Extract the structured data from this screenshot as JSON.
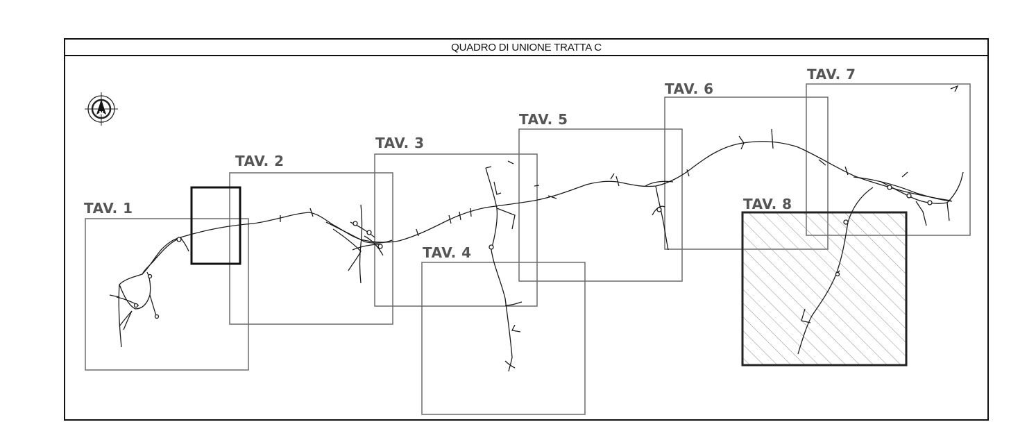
{
  "title": "QUADRO DI UNIONE TRATTA C",
  "sheets": [
    {
      "id": "tav1",
      "label": "TAV. 1"
    },
    {
      "id": "tav2",
      "label": "TAV. 2"
    },
    {
      "id": "tav3",
      "label": "TAV. 3"
    },
    {
      "id": "tav4",
      "label": "TAV. 4"
    },
    {
      "id": "tav5",
      "label": "TAV. 5"
    },
    {
      "id": "tav6",
      "label": "TAV. 6"
    },
    {
      "id": "tav7",
      "label": "TAV. 7"
    },
    {
      "id": "tav8",
      "label": "TAV. 8",
      "hatched": true
    }
  ],
  "north_arrow_letter": "N",
  "colors": {
    "frame": "#111111",
    "sheet_outline": "#6b6b6b",
    "route": "#1a1a1a",
    "hatch": "#7a7a7a",
    "label": "#555555"
  }
}
